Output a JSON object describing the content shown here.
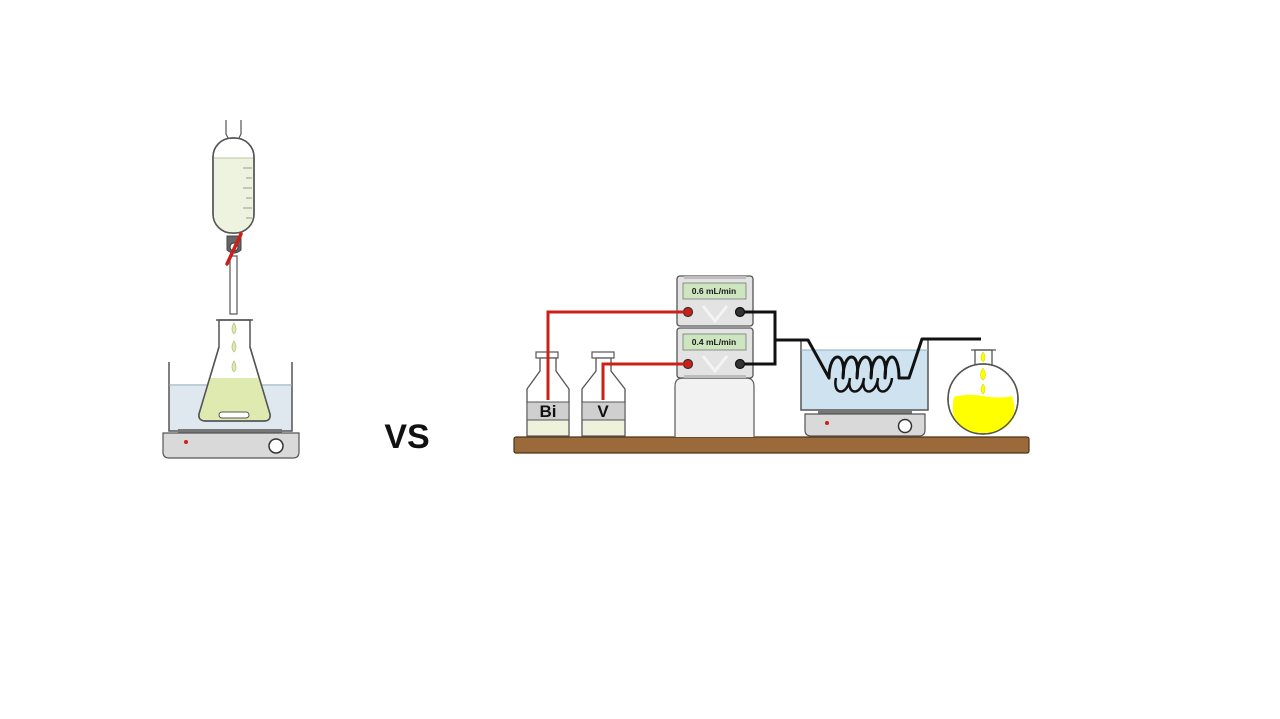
{
  "comparison_label": "VS",
  "reagents": [
    {
      "label": "Bi"
    },
    {
      "label": "V"
    }
  ],
  "pumps": [
    {
      "flow_rate": "0.6 mL/min"
    },
    {
      "flow_rate": "0.4 mL/min"
    }
  ],
  "colors": {
    "tubing_red": "#cc1f1a",
    "tubing_black": "#111111",
    "bench_wood": "#9a6a3a",
    "product_yellow": "#ffff00",
    "batch_solution": "#dfeab0",
    "water_bath": "#cfe2ef",
    "pump_display": "#cde6c0"
  }
}
